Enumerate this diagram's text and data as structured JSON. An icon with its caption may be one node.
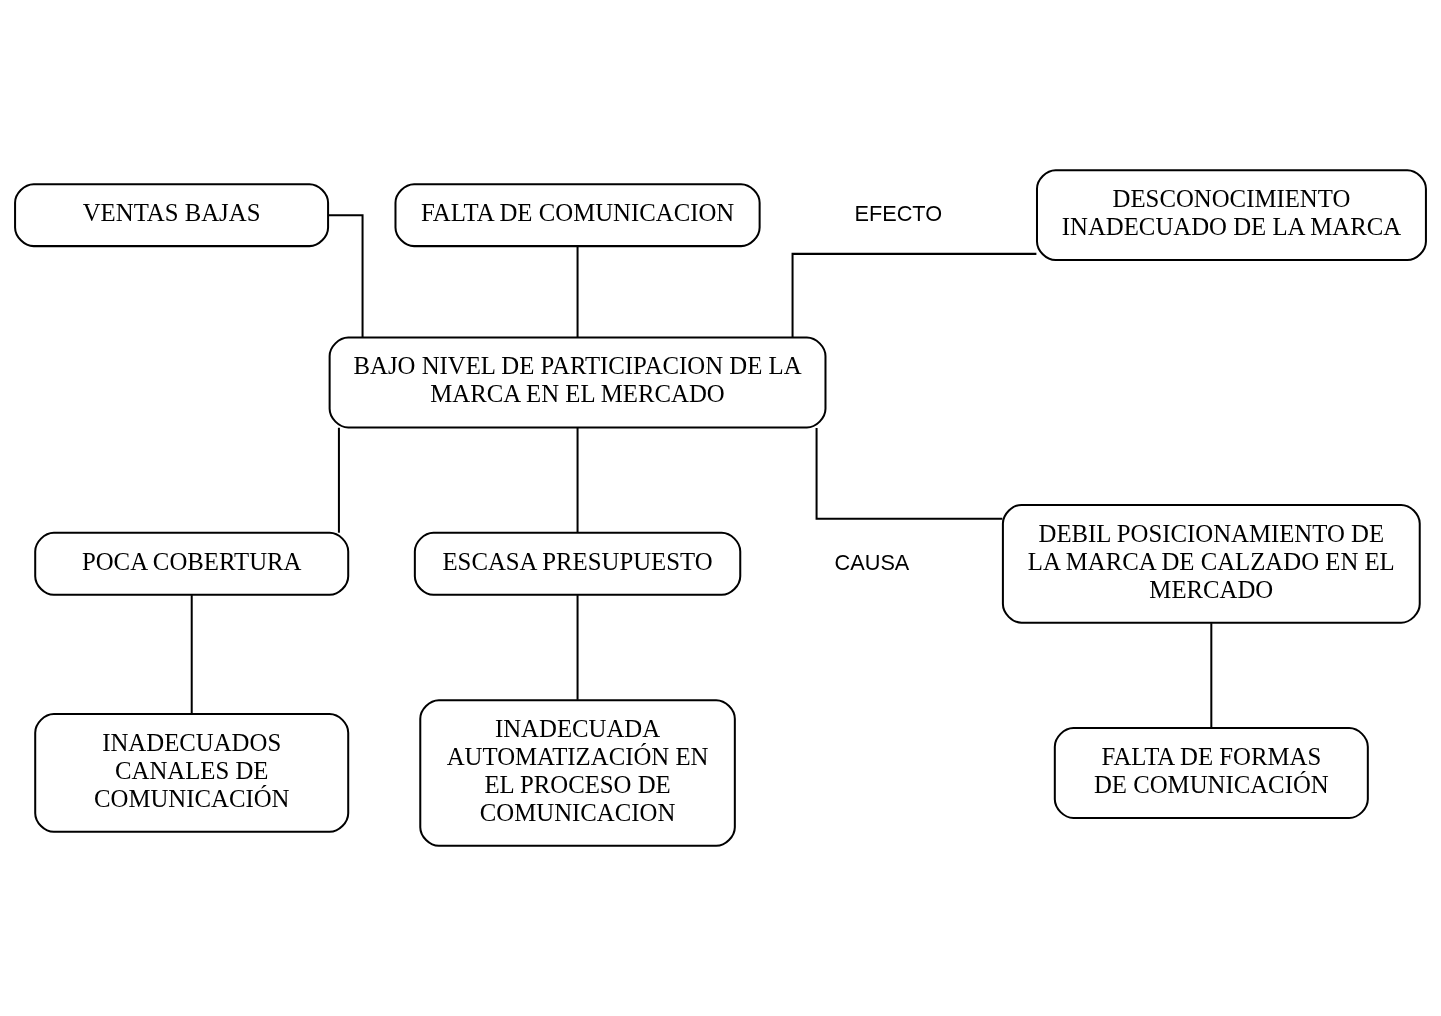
{
  "diagram": {
    "nodes": [
      {
        "text": [
          "DESCONOCIMIENTO INADECUADO DE LA MARCA"
        ]
      },
      {
        "text": [
          "VENTAS BAJAS"
        ]
      },
      {
        "text": [
          "FALTA DE COMUNICACION"
        ]
      },
      {
        "text": [
          "BAJO NIVEL DE PARTICIPACION DE LA MARCA EN EL MERCADO"
        ]
      },
      {
        "text": [
          "ESCASA PRESUPUESTO"
        ]
      },
      {
        "text": [
          "DEBIL POSICIONAMIENTO DE LA MARCA DE CALZADO EN EL MERCADO"
        ]
      },
      {
        "text": [
          "POCA COBERTURA"
        ]
      },
      {
        "text": [
          "INADECUADA AUTOMATIZACIÓN EN EL PROCESO DE COMUNICACION"
        ]
      },
      {
        "text": [
          "FALTA DE FORMAS DE COMUNICACIÓN"
        ]
      },
      {
        "text": [
          "INADECUADOS CANALES DE COMUNICACIÓN"
        ]
      }
    ],
    "edges": [
      {
        "from": 0,
        "to": 3,
        "arrow": "none"
      },
      {
        "from": 1,
        "to": 3,
        "arrow": "none"
      },
      {
        "from": 2,
        "to": 3,
        "arrow": "none"
      },
      {
        "from": 3,
        "to": 4,
        "arrow": "none"
      },
      {
        "from": 3,
        "to": 5,
        "arrow": "none"
      },
      {
        "from": 3,
        "to": 6,
        "arrow": "none"
      },
      {
        "from": 4,
        "to": 7,
        "arrow": "none"
      },
      {
        "from": 5,
        "to": 8,
        "arrow": "none"
      },
      {
        "from": 6,
        "to": 9,
        "arrow": "none"
      }
    ],
    "labels": [
      "EFECTO",
      "CAUSA"
    ]
  }
}
